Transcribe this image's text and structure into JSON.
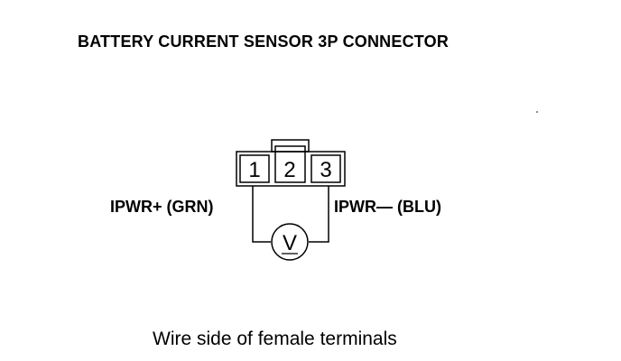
{
  "title": "BATTERY CURRENT SENSOR 3P CONNECTOR",
  "connector": {
    "terminals": [
      "1",
      "2",
      "3"
    ]
  },
  "wires": {
    "left_label": "IPWR+ (GRN)",
    "right_label": "IPWR— (BLU)"
  },
  "meter": {
    "symbol": "V",
    "icon": "voltmeter-icon"
  },
  "caption": "Wire side of female terminals"
}
